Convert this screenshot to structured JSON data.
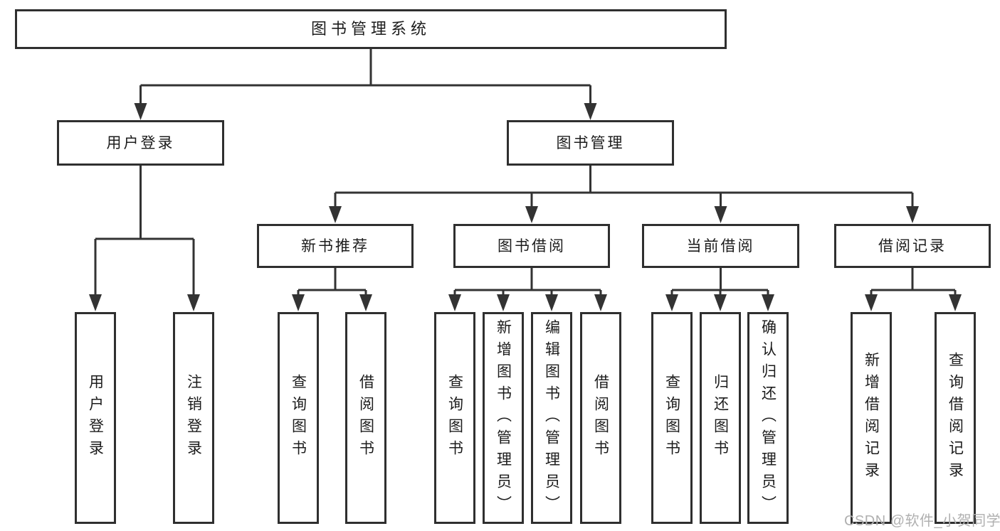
{
  "diagram": {
    "root": {
      "label": "图书管理系统"
    },
    "branches": [
      {
        "label": "用户登录",
        "children": [
          {
            "label": "用户登录"
          },
          {
            "label": "注销登录"
          }
        ]
      },
      {
        "label": "图书管理",
        "children": [
          {
            "label": "新书推荐",
            "children": [
              {
                "label": "查询图书"
              },
              {
                "label": "借阅图书"
              }
            ]
          },
          {
            "label": "图书借阅",
            "children": [
              {
                "label": "查询图书"
              },
              {
                "label": "新增图书（管理员）"
              },
              {
                "label": "编辑图书（管理员）"
              },
              {
                "label": "借阅图书"
              }
            ]
          },
          {
            "label": "当前借阅",
            "children": [
              {
                "label": "查询图书"
              },
              {
                "label": "归还图书"
              },
              {
                "label": "确认归还（管理员）"
              }
            ]
          },
          {
            "label": "借阅记录",
            "children": [
              {
                "label": "新增借阅记录"
              },
              {
                "label": "查询借阅记录"
              }
            ]
          }
        ]
      }
    ]
  },
  "watermark": "CSDN @软件_小贺同学",
  "colors": {
    "line": "#333333",
    "box_border": "#2f2f2f",
    "text": "#1c1c1c",
    "watermark": "#b0b0b0",
    "background": "#ffffff"
  }
}
